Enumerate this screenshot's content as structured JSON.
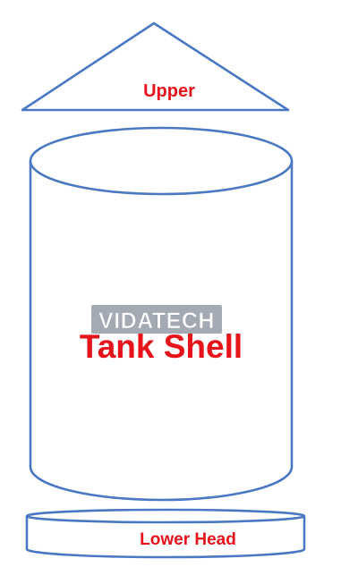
{
  "labels": {
    "upper": "Upper",
    "shell": "Tank Shell",
    "lower": "Lower Head"
  },
  "watermark": {
    "text": "VIDATECH"
  },
  "colors": {
    "outline": "#4a78c2",
    "label": "#e8121a",
    "watermark_text": "#ffffff",
    "watermark_fill": "#9aa1ab",
    "background": "#ffffff"
  }
}
